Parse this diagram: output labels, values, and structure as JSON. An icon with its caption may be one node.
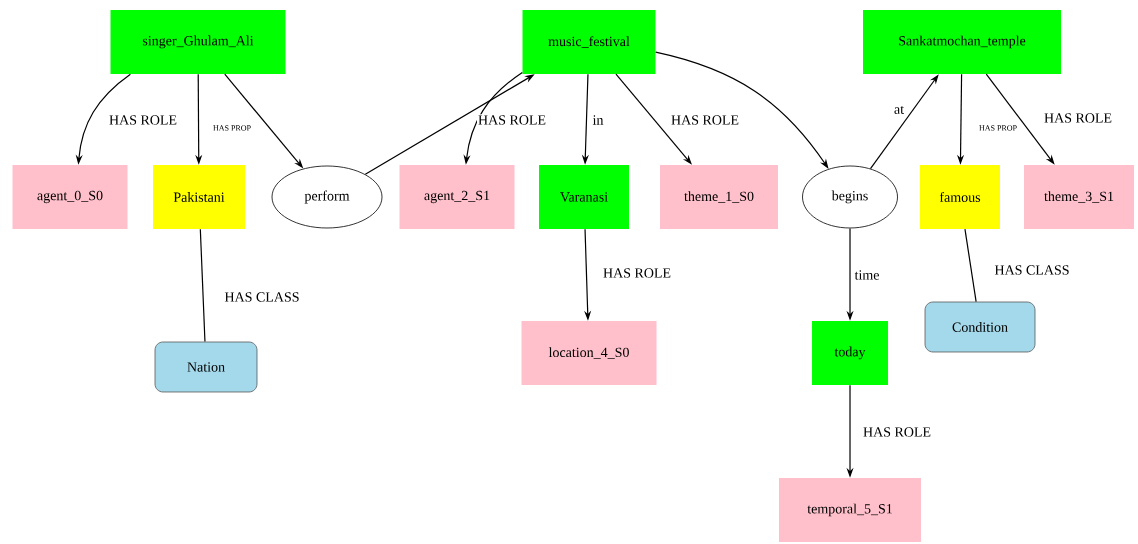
{
  "diagram": {
    "nodes": [
      {
        "text": [
          "singer_Ghulam_Ali"
        ]
      },
      {
        "text": [
          "music_festival"
        ]
      },
      {
        "text": [
          "Sankatmochan_temple"
        ]
      },
      {
        "text": [
          "agent_0_S0"
        ]
      },
      {
        "text": [
          "Pakistani"
        ]
      },
      {
        "text": [
          "perform"
        ]
      },
      {
        "text": [
          "agent_2_S1"
        ]
      },
      {
        "text": [
          "Varanasi"
        ]
      },
      {
        "text": [
          "theme_1_S0"
        ]
      },
      {
        "text": [
          "begins"
        ]
      },
      {
        "text": [
          "famous"
        ]
      },
      {
        "text": [
          "theme_3_S1"
        ]
      },
      {
        "text": [
          "Nation"
        ]
      },
      {
        "text": [
          "location_4_S0"
        ]
      },
      {
        "text": [
          "Condition"
        ]
      },
      {
        "text": [
          "today"
        ]
      },
      {
        "text": [
          "temporal_5_S1"
        ]
      }
    ],
    "edges": [
      {
        "from": 0,
        "to": 3,
        "arrow": "to",
        "label": "HAS ROLE"
      },
      {
        "from": 0,
        "to": 4,
        "arrow": "to",
        "label": "HAS PROP"
      },
      {
        "from": 0,
        "to": 5,
        "arrow": "to"
      },
      {
        "from": 5,
        "to": 1,
        "arrow": "to"
      },
      {
        "from": 1,
        "to": 6,
        "arrow": "to",
        "label": "HAS ROLE"
      },
      {
        "from": 1,
        "to": 7,
        "arrow": "to",
        "label": "in"
      },
      {
        "from": 1,
        "to": 8,
        "arrow": "to",
        "label": "HAS ROLE"
      },
      {
        "from": 1,
        "to": 9,
        "arrow": "to"
      },
      {
        "from": 9,
        "to": 2,
        "arrow": "to",
        "label": "at"
      },
      {
        "from": 2,
        "to": 10,
        "arrow": "to",
        "label": "HAS PROP"
      },
      {
        "from": 2,
        "to": 11,
        "arrow": "to",
        "label": "HAS ROLE"
      },
      {
        "from": 4,
        "to": 12,
        "arrow": "none",
        "label": "HAS CLASS"
      },
      {
        "from": 7,
        "to": 13,
        "arrow": "to",
        "label": "HAS ROLE"
      },
      {
        "from": 9,
        "to": 15,
        "arrow": "to",
        "label": "time"
      },
      {
        "from": 10,
        "to": 14,
        "arrow": "none",
        "label": "HAS CLASS"
      },
      {
        "from": 15,
        "to": 16,
        "arrow": "to",
        "label": "HAS ROLE"
      }
    ]
  }
}
